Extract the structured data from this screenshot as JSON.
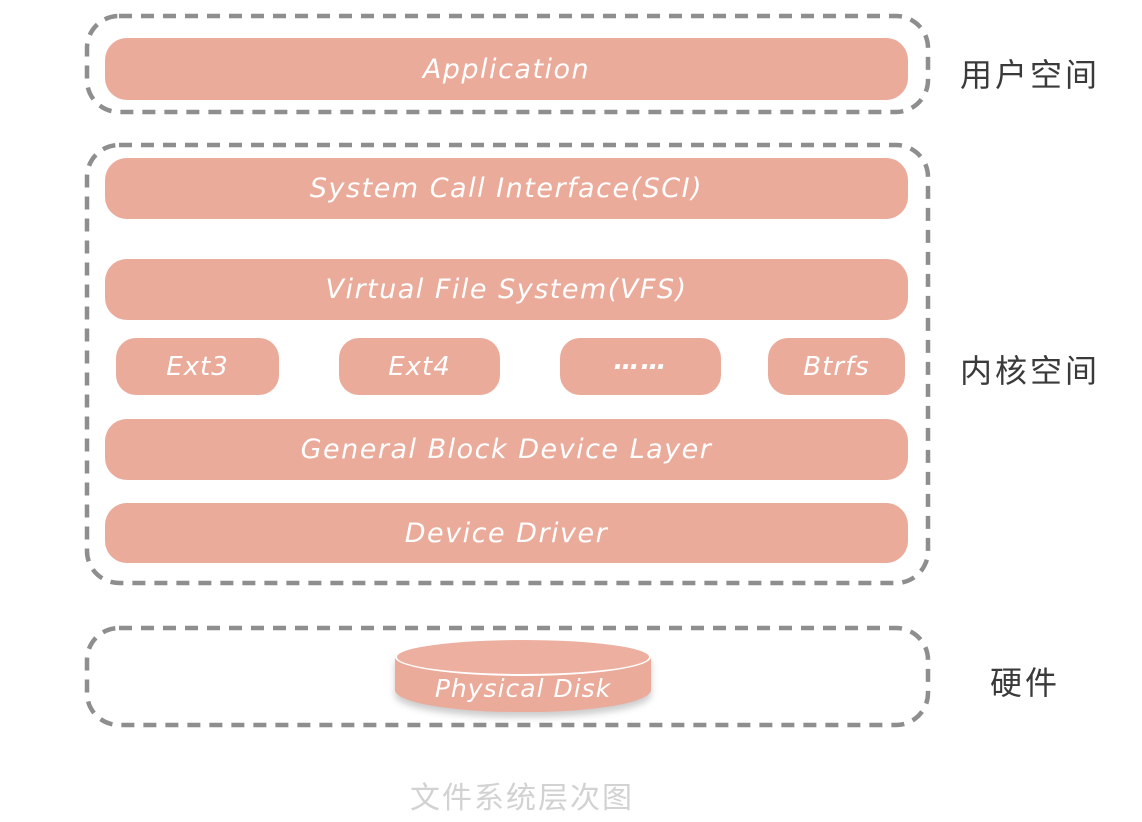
{
  "title": "文件系统层次图",
  "colors": {
    "block_fill": "#ebab9b",
    "block_text": "#ffffff",
    "dash_border": "#8e8e8e",
    "side_label_text": "#3a3a3a",
    "caption_text": "#d2d2d2"
  },
  "user_space": {
    "side_label": "用户空间",
    "application": "Application"
  },
  "kernel_space": {
    "side_label": "内核空间",
    "sci": "System Call Interface(SCI)",
    "vfs": "Virtual File System(VFS)",
    "filesystems": {
      "ext3": "Ext3",
      "ext4": "Ext4",
      "more": "……",
      "btrfs": "Btrfs"
    },
    "general_block": "General Block Device Layer",
    "device_driver": "Device Driver"
  },
  "hardware": {
    "side_label": "硬件",
    "physical_disk": "Physical Disk"
  }
}
